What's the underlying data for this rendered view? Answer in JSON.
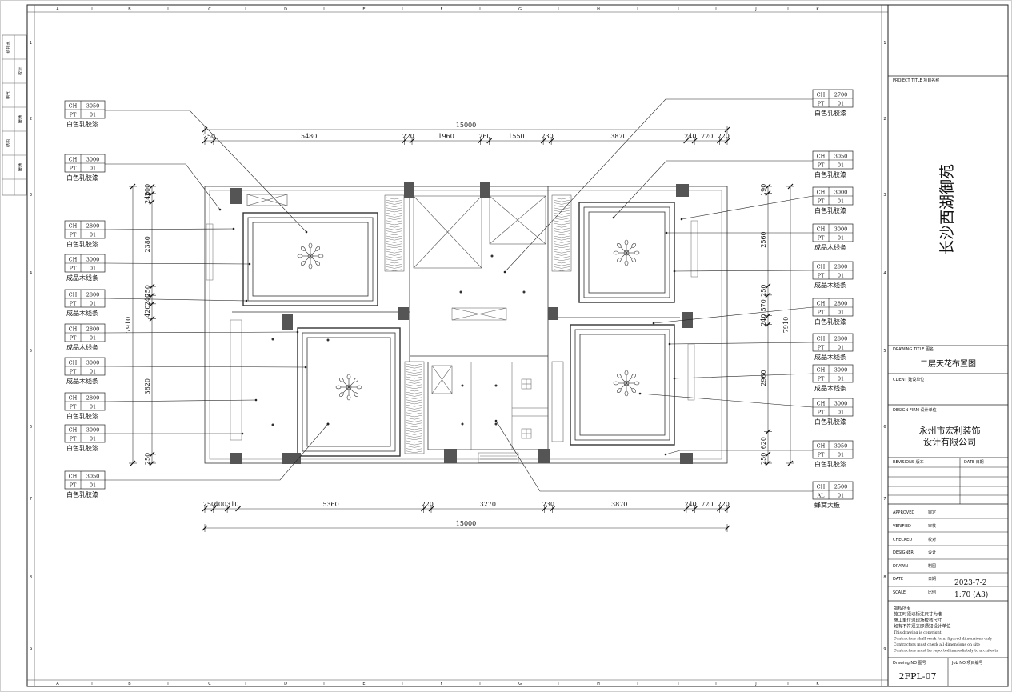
{
  "grid": {
    "cols": [
      "A",
      "B",
      "C",
      "D",
      "E",
      "F",
      "G",
      "H",
      "I",
      "J",
      "K"
    ],
    "seps": [
      "I",
      "I",
      "I",
      "I",
      "I",
      "I",
      "I",
      "I",
      "I",
      "I"
    ],
    "rows": [
      "1",
      "2",
      "3",
      "4",
      "5",
      "6",
      "7",
      "8",
      "9"
    ],
    "left_stamps": [
      "给排水",
      "校对",
      "电气",
      "暖通",
      "结构",
      "暖通"
    ]
  },
  "title_block": {
    "project_label": "PROJECT TITLE  项目名称",
    "project_name": "长沙西湖御苑",
    "drawing_label": "DRAWING TITLE  图名",
    "drawing_name": "二层天花布置图",
    "client_label": "CLIENT  建设单位",
    "design_firm_label": "DESIGN FIRM  设计单位",
    "design_firm_line1": "永州市宏利装饰",
    "design_firm_line2": "设计有限公司",
    "revisions_label": "REVISIONS  版本",
    "date_col_label": "DATE  日期",
    "approved_label": "APPROVED",
    "approved_cn": "审定",
    "verified_label": "VERIFIED",
    "verified_cn": "审核",
    "checked_label": "CHECKED",
    "checked_cn": "校对",
    "designer_label": "DESIGNER",
    "designer_cn": "设计",
    "drawn_label": "DRAWN",
    "drawn_cn": "制图",
    "date_label": "DATE",
    "date_cn": "日期",
    "date_value": "2023-7-2",
    "scale_label": "SCALE",
    "scale_cn": "比例",
    "scale_value": "1:70  (A3)",
    "notes": [
      "版权所有",
      "施工时须以标注尺寸为准",
      "施工单位须现场校核尺寸",
      "如有不符须立即通知设计单位",
      "This drawing is copyright",
      "Contractors shall work form figured dimensions only",
      "Contractors must check all dimensions on site",
      "Contractors must be reported immediately to architects"
    ],
    "drawing_no_label": "Drawing NO  图号",
    "job_no_label": "Job NO  项目编号",
    "drawing_no": "2FPL-07"
  },
  "dims": {
    "top_total": "15000",
    "top_segments": [
      "250",
      "5480",
      "220",
      "1960",
      "260",
      "1550",
      "230",
      "3870",
      "240",
      "720",
      "220"
    ],
    "bottom_total": "15000",
    "bottom_segments": [
      "250",
      "400",
      "310",
      "5360",
      "220",
      "3270",
      "230",
      "3870",
      "240",
      "720",
      "220"
    ],
    "left_total": "7910",
    "left_segments": [
      "200",
      "240",
      "2380",
      "250",
      "240",
      "420",
      "3820",
      "250"
    ],
    "right_total": "7910",
    "right_segments": [
      "190",
      "2560",
      "250",
      "570",
      "240",
      "2960",
      "620",
      "250"
    ]
  },
  "tags_left": [
    {
      "c1": "CH",
      "v1": "3050",
      "c2": "PT",
      "v2": "01",
      "name": "白色乳胶漆"
    },
    {
      "c1": "CH",
      "v1": "3000",
      "c2": "PT",
      "v2": "01",
      "name": "白色乳胶漆"
    },
    {
      "c1": "CH",
      "v1": "2800",
      "c2": "PT",
      "v2": "01",
      "name": "白色乳胶漆"
    },
    {
      "c1": "CH",
      "v1": "3000",
      "c2": "PT",
      "v2": "01",
      "name": "成品木线条"
    },
    {
      "c1": "CH",
      "v1": "2800",
      "c2": "PT",
      "v2": "01",
      "name": "成品木线条"
    },
    {
      "c1": "CH",
      "v1": "2800",
      "c2": "PT",
      "v2": "01",
      "name": "成品木线条"
    },
    {
      "c1": "CH",
      "v1": "3000",
      "c2": "PT",
      "v2": "01",
      "name": "成品木线条"
    },
    {
      "c1": "CH",
      "v1": "2800",
      "c2": "PT",
      "v2": "01",
      "name": "白色乳胶漆"
    },
    {
      "c1": "CH",
      "v1": "3000",
      "c2": "PT",
      "v2": "01",
      "name": "白色乳胶漆"
    },
    {
      "c1": "CH",
      "v1": "3050",
      "c2": "PT",
      "v2": "01",
      "name": "白色乳胶漆"
    }
  ],
  "tags_right": [
    {
      "c1": "CH",
      "v1": "2700",
      "c2": "PT",
      "v2": "01",
      "name": "白色乳胶漆"
    },
    {
      "c1": "CH",
      "v1": "3050",
      "c2": "PT",
      "v2": "01",
      "name": "白色乳胶漆"
    },
    {
      "c1": "CH",
      "v1": "3000",
      "c2": "PT",
      "v2": "01",
      "name": "白色乳胶漆"
    },
    {
      "c1": "CH",
      "v1": "3000",
      "c2": "PT",
      "v2": "01",
      "name": "成品木线条"
    },
    {
      "c1": "CH",
      "v1": "2800",
      "c2": "PT",
      "v2": "01",
      "name": "成品木线条"
    },
    {
      "c1": "CH",
      "v1": "2800",
      "c2": "PT",
      "v2": "01",
      "name": "白色乳胶漆"
    },
    {
      "c1": "CH",
      "v1": "2800",
      "c2": "PT",
      "v2": "01",
      "name": "成品木线条"
    },
    {
      "c1": "CH",
      "v1": "3000",
      "c2": "PT",
      "v2": "01",
      "name": "成品木线条"
    },
    {
      "c1": "CH",
      "v1": "3000",
      "c2": "PT",
      "v2": "01",
      "name": "白色乳胶漆"
    },
    {
      "c1": "CH",
      "v1": "3050",
      "c2": "PT",
      "v2": "01",
      "name": "白色乳胶漆"
    },
    {
      "c1": "CH",
      "v1": "2500",
      "c2": "AL",
      "v2": "01",
      "name": "蜂窝大板"
    }
  ]
}
